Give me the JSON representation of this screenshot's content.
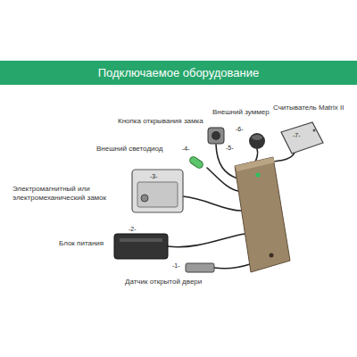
{
  "diagram": {
    "title": "Подключаемое оборудование",
    "nodes": [
      {
        "text": [
          "Считыватель Matrix II",
          "-7-"
        ]
      },
      {
        "text": [
          "Внешний зуммер",
          "-6-"
        ]
      },
      {
        "text": [
          "Кнопка открывания замка",
          "-5-"
        ]
      },
      {
        "text": [
          "Внешний светодиод",
          "-4-"
        ]
      },
      {
        "text": [
          "Электромагнитный или электромеханический замок",
          "-3-"
        ]
      },
      {
        "text": [
          "Блок питания",
          "-2-"
        ]
      },
      {
        "text": [
          "Датчик открытой двери",
          "-1-"
        ]
      }
    ]
  }
}
